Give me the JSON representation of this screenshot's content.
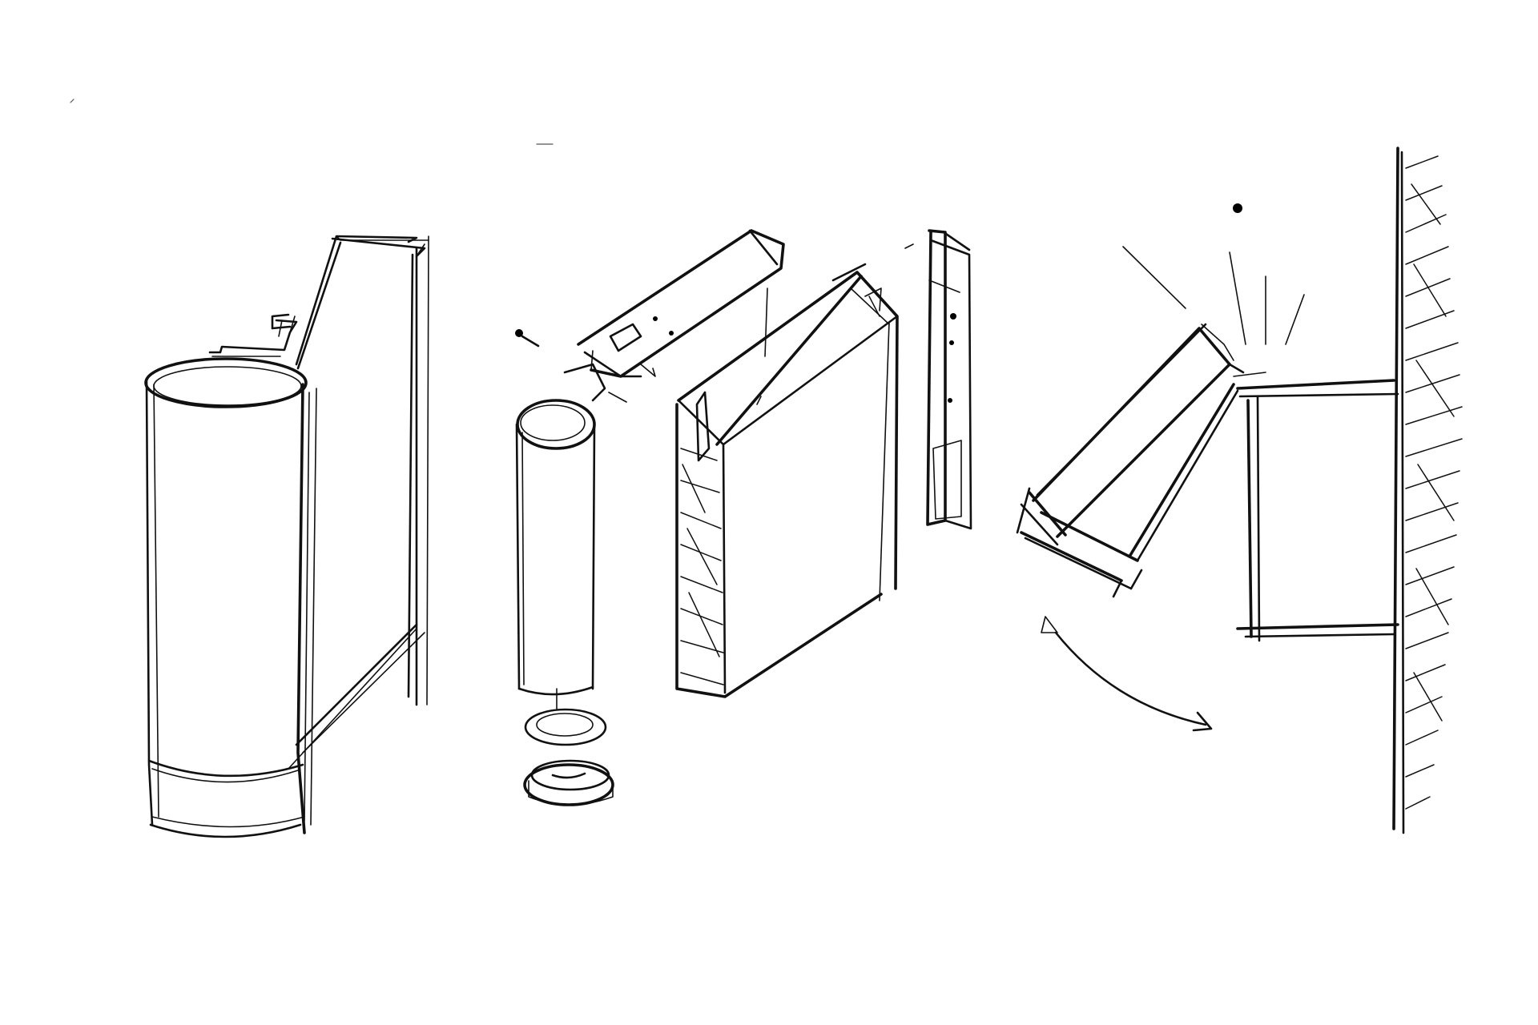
{
  "image": {
    "kind": "hand-drawn pencil sketch",
    "background": "#ffffff",
    "ink_color": "#111111",
    "figures": [
      {
        "name": "assembled-unit",
        "description_label": ""
      },
      {
        "name": "exploded-view",
        "description_label": ""
      },
      {
        "name": "wall-mount-rotation-view",
        "description_label": ""
      }
    ]
  }
}
